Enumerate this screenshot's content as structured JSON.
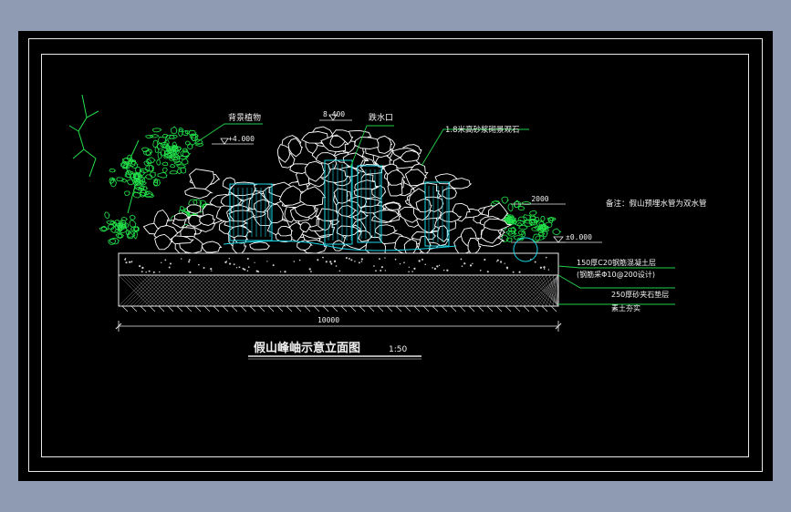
{
  "drawing": {
    "title": "假山峰岫示意立面图",
    "scale": "1:50",
    "elevations": {
      "top": "8.400",
      "left": "+4.000",
      "ground": "±0.000"
    },
    "dimensions": {
      "right_height": "2000",
      "total_length": "10000"
    },
    "labels": {
      "background_plants": "背景植物",
      "water_outlet": "跌水口",
      "rockery_stone": "1.8米高砂浆砌景观石",
      "note": "备注：假山预埋水管为双水管",
      "layer_concrete": "150厚C20钢筋混凝土层",
      "layer_concrete_sub": "(钢筋采Φ10@200设计)",
      "layer_gravel": "250厚砂夹石垫层",
      "layer_soil": "素土夯实"
    }
  },
  "colors": {
    "background": "#000000",
    "frame": "#e8e8e8",
    "rocks": "#ffffff",
    "plants": "#22e04a",
    "water": "#19d6e6",
    "leader": "#22d04a",
    "text": "#f2f2f2"
  }
}
